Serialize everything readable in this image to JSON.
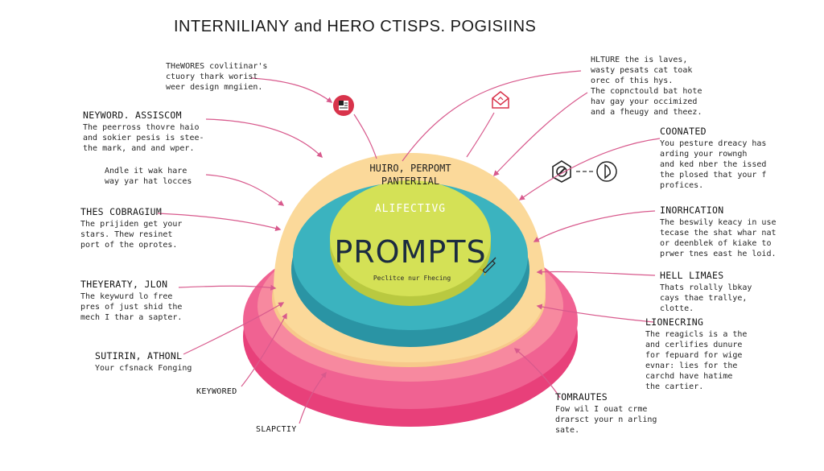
{
  "title": "INTERNILIANY and HERO CTISPS. POGISIINS",
  "center": {
    "outer_label_1": "HUIRO, PERPOMT",
    "outer_label_2": "PANTERIIAL",
    "mid_label": "ALIFECTIVG",
    "core_label": "PROMPTS",
    "core_caption": "Peclitce nur Fhecing"
  },
  "notes": {
    "top_left": {
      "heading": "",
      "body": "THeWORES covlitinar's\nctuory thark worist\nweer design mngiien."
    },
    "keyword_assiscom": {
      "heading": "NEYWORD. ASSISCOM",
      "body": "The peerross thovre haio\nand sokier pesis is stee-\nthe mark, and and wper."
    },
    "andle": {
      "heading": "",
      "body": "Andle it wak hare\nway yar hat locces"
    },
    "thes_cobragium": {
      "heading": "THES COBRAGIUM",
      "body": "The prijiden get your\nstars. Thew resinet\nport of the oprotes."
    },
    "theyeraty": {
      "heading": "THEYERATY, JLON",
      "body": "The keywurd lo free\npres of just shid the\nmech I thar a sapter."
    },
    "sutirin": {
      "heading": "SUTIRIN, ATHONL",
      "body": "Your cfsnack Fonging"
    },
    "keyword": {
      "heading": "KEYWORED",
      "body": ""
    },
    "slapcity": {
      "heading": "SLAPCTIY",
      "body": ""
    },
    "hlture": {
      "heading": "",
      "body": "HLTURE the is laves,\nwasty pesats cat toak\norec of this hys.\nThe copnctould bat hote\nhav gay your occimized\nand a fheugy and theez."
    },
    "coonated": {
      "heading": "COONATED",
      "body": "You pesture dreacy has\narding your rowngh\nand ked nber the issed\nthe plosed that your f\nprofices."
    },
    "inorhcation": {
      "heading": "INORHCATION",
      "body": "The beswily keacy in use\ntecase the shat whar nat\nor deenblek of kiake to\nprwer tnes east he loid."
    },
    "hell_limaes": {
      "heading": "HELL LIMAES",
      "body": "Thats rolally lbkay\ncays thae trallye,\nclotte."
    },
    "lionecring": {
      "heading": "LIONECRING",
      "body": "The reagicls is a the\nand cerlifies dunure\nfor fepuard for wige\nevnar: lies for the\ncarchd have hatime\nthe cartier."
    },
    "tomrautes": {
      "heading": "TOMRAUTES",
      "body": "Fow wil I ouat crme\ndrarsct your n arling\nsate."
    }
  },
  "icons": {
    "top_square": "book-square-icon",
    "top_envelope": "envelope-icon",
    "right_target": "hex-target-icon",
    "right_circle": "rocket-circle-icon",
    "core_rocket": "small-rocket-icon"
  },
  "colors": {
    "outer_pink": "#ee4f86",
    "pink_light": "#f7899f",
    "cream": "#fbd99a",
    "teal": "#3bb3bf",
    "teal_dark": "#2a94a4",
    "lime": "#d4e156",
    "line": "#d85a8d",
    "icon_red": "#d8334b"
  }
}
